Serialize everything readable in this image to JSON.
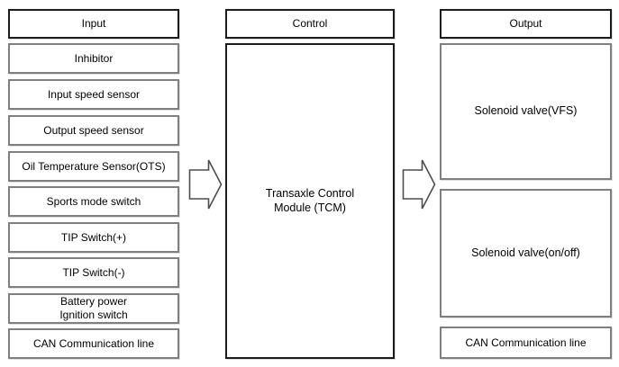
{
  "columns": {
    "input": {
      "header": "Input",
      "items": [
        "Inhibitor",
        "Input speed sensor",
        "Output speed sensor",
        "Oil Temperature Sensor(OTS)",
        "Sports mode switch",
        "TIP Switch(+)",
        "TIP Switch(-)",
        "Battery power\nIgnition switch",
        "CAN Communication line"
      ]
    },
    "control": {
      "header": "Control",
      "module": "Transaxle Control\nModule (TCM)"
    },
    "output": {
      "header": "Output",
      "items": [
        "Solenoid valve(VFS)",
        "Solenoid valve(on/off)",
        "CAN Communication line"
      ]
    }
  },
  "colors": {
    "background": "#ffffff",
    "content_box_border": "#7f7f7f",
    "header_box_border": "#1c1c1c",
    "arrow_stroke": "#4d4d4d",
    "text": "#000000"
  }
}
